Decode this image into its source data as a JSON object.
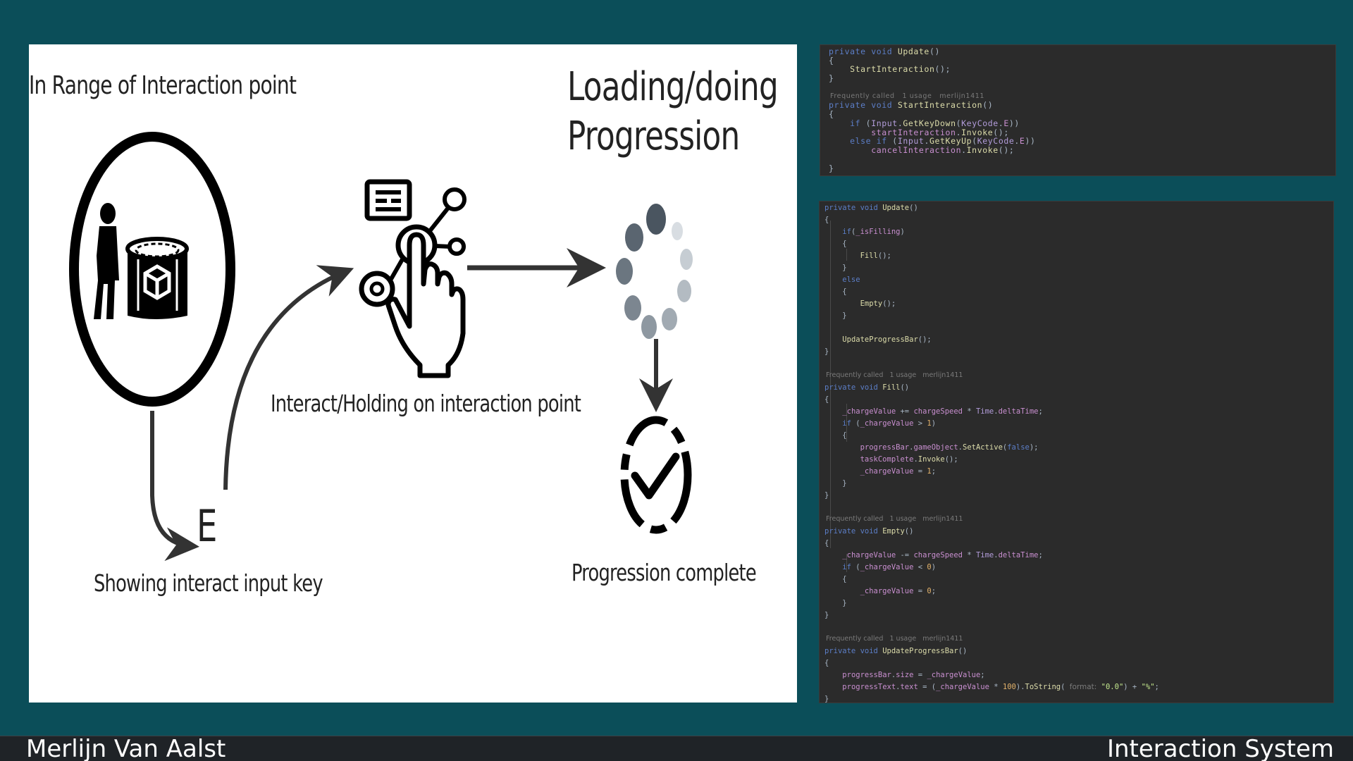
{
  "diagram": {
    "label_in_range": "In Range of Interaction point",
    "label_loading_line1": "Loading/doing",
    "label_loading_line2": "Progression",
    "label_interact": "Interact/Holding on interaction point",
    "label_key": "E",
    "label_showing": "Showing interact input key",
    "label_complete": "Progression complete"
  },
  "code_top": {
    "lines": [
      "private void Update()",
      "{",
      "    StartInteraction();",
      "}",
      "Frequently called   1 usage   merlijn1411",
      "private void StartInteraction()",
      "{",
      "    if (Input.GetKeyDown(KeyCode.E))",
      "        startInteraction.Invoke();",
      "    else if (Input.GetKeyUp(KeyCode.E))",
      "        cancelInteraction.Invoke();",
      "}"
    ]
  },
  "code_bottom": {
    "lines": [
      "private void Update()",
      "{",
      "    if(_isFilling)",
      "    {",
      "        Fill();",
      "    }",
      "    else",
      "    {",
      "        Empty();",
      "    }",
      "",
      "    UpdateProgressBar();",
      "}",
      "Frequently called   1 usage   merlijn1411",
      "private void Fill()",
      "{",
      "    _chargeValue += chargeSpeed * Time.deltaTime;",
      "    if (_chargeValue > 1)",
      "    {",
      "        progressBar.gameObject.SetActive(false);",
      "        taskComplete.Invoke();",
      "        _chargeValue = 1;",
      "    }",
      "}",
      "",
      "Frequently called   1 usage   merlijn1411",
      "private void Empty()",
      "{",
      "    _chargeValue -= chargeSpeed * Time.deltaTime;",
      "    if (_chargeValue < 0)",
      "    {",
      "        _chargeValue = 0;",
      "    }",
      "}",
      "",
      "Frequently called   1 usage   merlijn1411",
      "private void UpdateProgressBar()",
      "{",
      "    progressBar.size = _chargeValue;",
      "    progressText.text = (_chargeValue * 100).ToString( format: \"0.0\") + \"%\";",
      "}"
    ]
  },
  "footer": {
    "author": "Merlijn Van Aalst",
    "title": "Interaction System"
  },
  "colors": {
    "background": "#0b4e59",
    "code_background": "#2b2b2b",
    "footer_background": "#1f2327",
    "keyword": "#5c7ec7",
    "function": "#dcdcaa",
    "field": "#c98fd0"
  }
}
